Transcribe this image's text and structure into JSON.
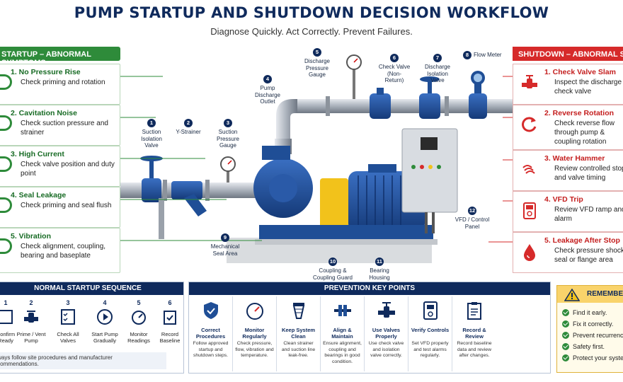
{
  "header": {
    "title": "PUMP STARTUP AND SHUTDOWN DECISION WORKFLOW",
    "subtitle": "Diagnose Quickly. Act Correctly. Prevent Failures."
  },
  "startup_panel": {
    "header": "STARTUP – ABNORMAL SYMPTOMS",
    "items": [
      {
        "title": "1.  No Pressure Rise",
        "desc": "Check priming and rotation"
      },
      {
        "title": "2.  Cavitation Noise",
        "desc": "Check suction pressure and strainer"
      },
      {
        "title": "3.  High Current",
        "desc": "Check valve position and duty point"
      },
      {
        "title": "4.  Seal Leakage",
        "desc": "Check priming and seal flush"
      },
      {
        "title": "5.  Vibration",
        "desc": "Check alignment, coupling, bearing and baseplate"
      }
    ]
  },
  "shutdown_panel": {
    "header": "SHUTDOWN – ABNORMAL SYMPTOMS",
    "items": [
      {
        "title": "1.  Check Valve Slam",
        "desc": "Inspect the discharge check valve"
      },
      {
        "title": "2.  Reverse Rotation",
        "desc": "Check reverse flow through pump & coupling rotation"
      },
      {
        "title": "3.  Water Hammer",
        "desc": "Review controlled stop and valve timing"
      },
      {
        "title": "4.  VFD Trip",
        "desc": "Review VFD ramp and alarm"
      },
      {
        "title": "5.  Leakage After Stop",
        "desc": "Check pressure shock, seal or flange area"
      }
    ]
  },
  "components": [
    {
      "num": "1",
      "label": "Suction Isolation Valve"
    },
    {
      "num": "2",
      "label": "Y-Strainer"
    },
    {
      "num": "3",
      "label": "Suction Pressure Gauge"
    },
    {
      "num": "4",
      "label": "Pump Discharge Outlet"
    },
    {
      "num": "5",
      "label": "Discharge Pressure Gauge"
    },
    {
      "num": "6",
      "label": "Check Valve (Non-Return)"
    },
    {
      "num": "7",
      "label": "Discharge Isolation Valve"
    },
    {
      "num": "8",
      "label": "Flow Meter"
    },
    {
      "num": "9",
      "label": "Mechanical Seal Area"
    },
    {
      "num": "10",
      "label": "Coupling & Coupling Guard"
    },
    {
      "num": "11",
      "label": "Bearing Housing"
    },
    {
      "num": "12",
      "label": "VFD / Control Panel"
    }
  ],
  "startup_sequence": {
    "header": "NORMAL STARTUP SEQUENCE",
    "steps": [
      {
        "num": "1",
        "label": "Confirm Ready"
      },
      {
        "num": "2",
        "label": "Prime / Vent Pump"
      },
      {
        "num": "3",
        "label": "Check All Valves"
      },
      {
        "num": "4",
        "label": "Start Pump Gradually"
      },
      {
        "num": "5",
        "label": "Monitor Readings"
      },
      {
        "num": "6",
        "label": "Record Baseline"
      }
    ],
    "note": "Always follow site procedures and manufacturer recommendations."
  },
  "prevention": {
    "header": "PREVENTION KEY POINTS",
    "items": [
      {
        "title": "Correct Procedures",
        "desc": "Follow approved startup and shutdown steps.",
        "icon": "shield-icon"
      },
      {
        "title": "Monitor Regularly",
        "desc": "Check pressure, flow, vibration and temperature.",
        "icon": "gauge-icon"
      },
      {
        "title": "Keep System Clean",
        "desc": "Clean strainer and suction line leak-free.",
        "icon": "strainer-icon"
      },
      {
        "title": "Align & Maintain",
        "desc": "Ensure alignment, coupling and bearings in good condition.",
        "icon": "coupling-icon"
      },
      {
        "title": "Use Valves Properly",
        "desc": "Use check valve and isolation valve correctly.",
        "icon": "valve-icon"
      },
      {
        "title": "Verify Controls",
        "desc": "Set VFD properly and test alarms regularly.",
        "icon": "vfd-icon"
      },
      {
        "title": "Record & Review",
        "desc": "Record baseline data and review after changes.",
        "icon": "clipboard-icon"
      }
    ]
  },
  "remember": {
    "header": "REMEMBER",
    "items": [
      "Find it early.",
      "Fix it correctly.",
      "Prevent recurrence.",
      "Safety first.",
      "Protect your system."
    ]
  },
  "colors": {
    "navy": "#0f2a5c",
    "green": "#2e8b3a",
    "red": "#d62a2a",
    "pump_blue": "#1f4e96",
    "coupling_yellow": "#f2c21b"
  }
}
